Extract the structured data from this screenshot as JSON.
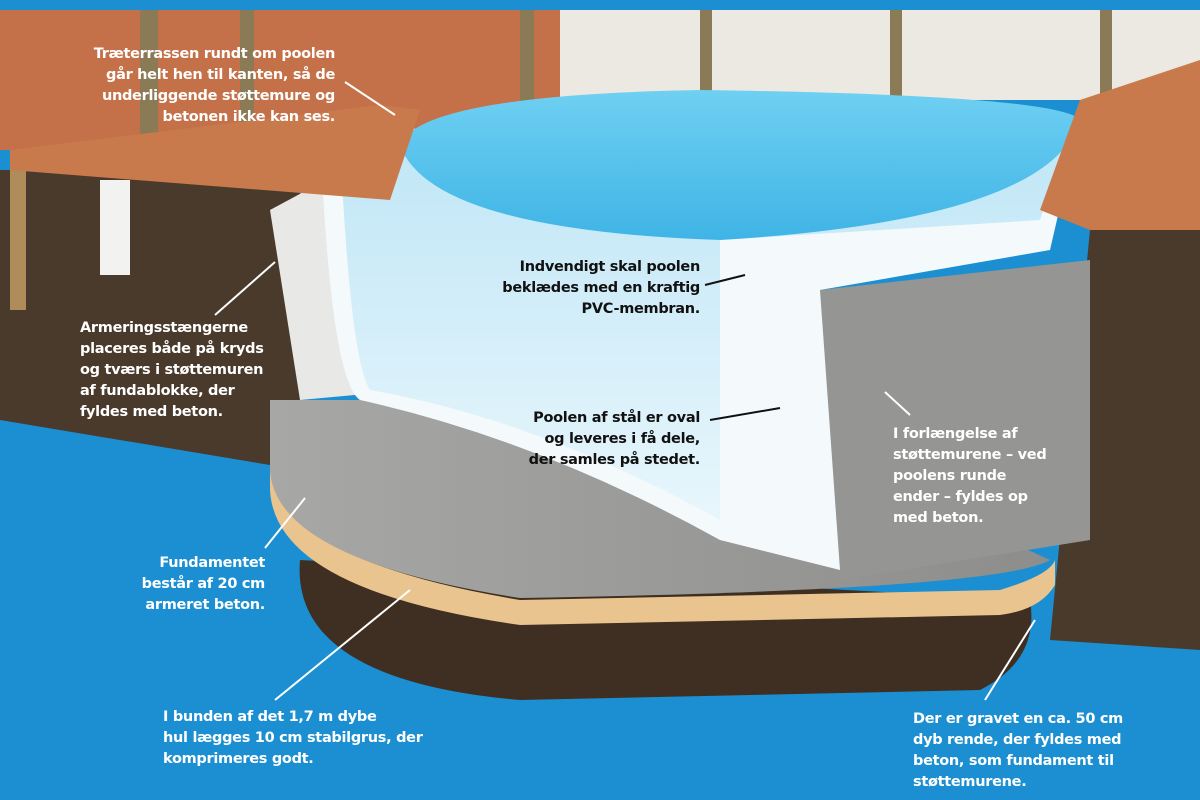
{
  "labels": {
    "deck": [
      "Træterrassen rundt om poolen",
      "går helt hen til kanten, så de",
      "underliggende støttemure og",
      "betonen ikke kan ses."
    ],
    "rebar": [
      "Armeringsstængerne",
      "placeres både på kryds",
      "og tværs i støttemuren",
      "af fundablokke, der",
      "fyldes med beton."
    ],
    "membrane": [
      "Indvendigt skal poolen",
      "beklædes med en kraftig",
      "PVC-membran."
    ],
    "steel_pool": [
      "Poolen af stål er oval",
      "og leveres i få dele,",
      "der samles på stedet."
    ],
    "round_ends": [
      "I forlængelse af",
      "støttemurene – ved",
      "poolens runde",
      "ender – fyldes op",
      "med beton."
    ],
    "foundation": [
      "Fundamentet",
      "består af 20 cm",
      "armeret beton."
    ],
    "gravel": [
      "I bunden af det 1,7 m dybe",
      "hul lægges 10 cm stabilgrus, der",
      "komprimeres godt."
    ],
    "trench": [
      "Der er gravet en ca. 50 cm",
      "dyb rende, der fyldes med",
      "beton, som fundament  til",
      "støttemurene."
    ]
  },
  "colors": {
    "background": "#1b8fd2",
    "deck": "#c9784a",
    "soil": "#4a3a2c",
    "concrete": "#9a9a98",
    "water": "#5cc4ec",
    "gravel": "#e9c48e"
  }
}
